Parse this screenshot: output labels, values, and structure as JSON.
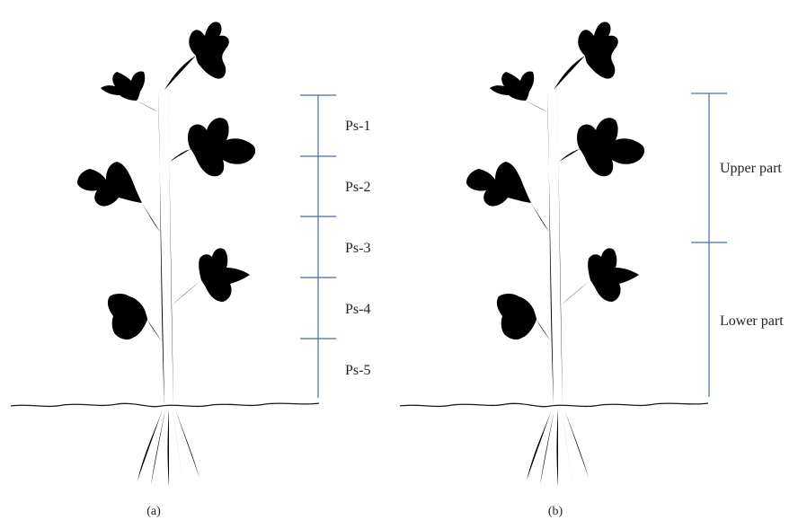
{
  "colors": {
    "scale": "#4a6aa6",
    "ink": "#1a1a1a"
  },
  "panels": [
    {
      "caption": "(a)",
      "segments": [
        "Ps-1",
        "Ps-2",
        "Ps-3",
        "Ps-4",
        "Ps-5"
      ]
    },
    {
      "caption": "(b)",
      "segments": [
        "Upper part",
        "Lower part"
      ]
    }
  ]
}
